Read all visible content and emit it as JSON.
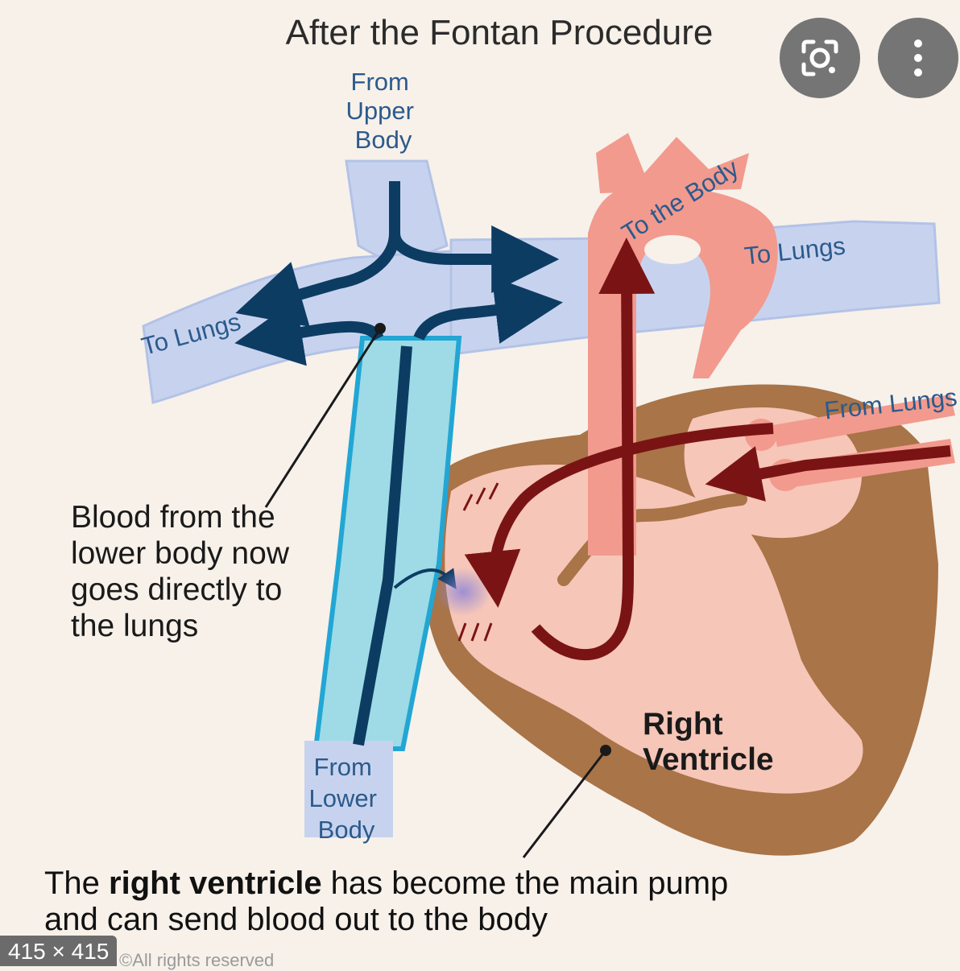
{
  "title": "After the Fontan Procedure",
  "labels": {
    "from_upper_body": [
      "From",
      "Upper",
      "Body"
    ],
    "to_lungs_left": "To Lungs",
    "to_lungs_right": "To Lungs",
    "to_the_body": "To the Body",
    "from_lungs": "From Lungs",
    "from_lower_body": [
      "From",
      "Lower",
      "Body"
    ],
    "right_ventricle": [
      "Right",
      "Ventricle"
    ],
    "blood_note": [
      "Blood from the",
      "lower body now",
      "goes directly to",
      "the lungs"
    ]
  },
  "caption": {
    "line1_pre": "The ",
    "line1_bold": "right ventricle",
    "line1_post": " has become the main pump",
    "line2": "and can send blood out to the body"
  },
  "overlay": {
    "size_badge": "415 × 415",
    "rights_text": "©All rights reserved",
    "lens_icon": "lens-icon",
    "more_icon": "more-vert-icon"
  },
  "colors": {
    "background": "#f7f1ea",
    "vein_blue": "#c7d3ee",
    "flow_navy": "#0d3c63",
    "ivc_teal": "#9edbe6",
    "aorta_pink": "#f29a8e",
    "heart_brown": "#a87448",
    "heart_inner": "#f6c6b8",
    "oxygen_red": "#7a1414"
  }
}
